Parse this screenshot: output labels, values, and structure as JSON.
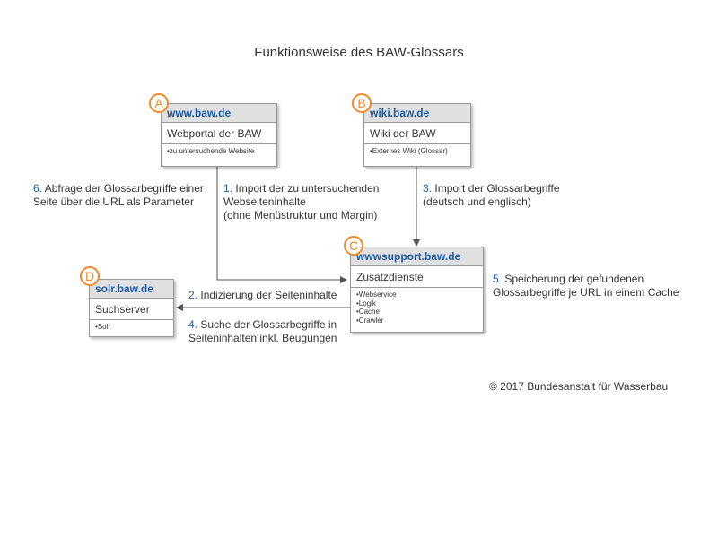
{
  "title": "Funktionsweise des BAW-Glossars",
  "boxes": {
    "a": {
      "badge": "A",
      "header": "www.baw.de",
      "subtitle": "Webportal der BAW",
      "items": [
        "•zu untersuchende Website"
      ]
    },
    "b": {
      "badge": "B",
      "header": "wiki.baw.de",
      "subtitle": "Wiki der BAW",
      "items": [
        "•Externes Wiki (Glossar)"
      ]
    },
    "c": {
      "badge": "C",
      "header": "wwwsupport.baw.de",
      "subtitle": "Zusatzdienste",
      "items": [
        "•Webservice",
        "•Logik",
        "•Cache",
        "•Crawler"
      ]
    },
    "d": {
      "badge": "D",
      "header": "solr.baw.de",
      "subtitle": "Suchserver",
      "items": [
        "•Solr"
      ]
    }
  },
  "steps": {
    "s1": {
      "num": "1.",
      "lines": [
        "Import der zu untersuchenden",
        "Webseiteninhalte",
        "(ohne Menüstruktur und Margin)"
      ]
    },
    "s2": {
      "num": "2.",
      "lines": [
        "Indizierung der Seiteninhalte"
      ]
    },
    "s3": {
      "num": "3.",
      "lines": [
        "Import der Glossarbegriffe",
        "(deutsch und englisch)"
      ]
    },
    "s4": {
      "num": "4.",
      "lines": [
        "Suche der Glossarbegriffe in",
        "Seiteninhalten inkl. Beugungen"
      ]
    },
    "s5": {
      "num": "5.",
      "lines": [
        "Speicherung der gefundenen",
        "Glossarbegriffe je URL in einem Cache"
      ]
    },
    "s6": {
      "num": "6.",
      "lines": [
        "Abfrage der Glossarbegriffe einer",
        "Seite über die URL als Parameter"
      ]
    }
  },
  "copyright": "© 2017 Bundesanstalt für Wasserbau",
  "colors": {
    "accent": "#1f5fa8",
    "badge": "#f08a2a",
    "header_bg": "#e0e0e0",
    "line": "#555555"
  }
}
